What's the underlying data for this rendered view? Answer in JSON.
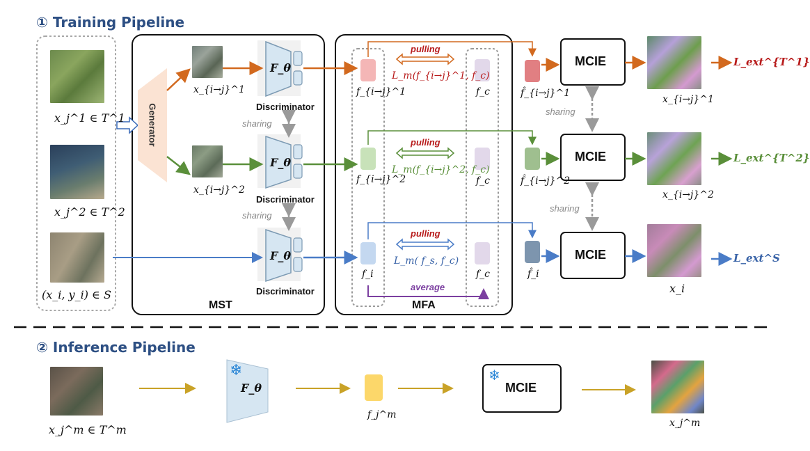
{
  "training": {
    "title": "① Training Pipeline",
    "inputs": {
      "t1": "x_j^1 ∈ T^1",
      "t2": "x_j^2 ∈ T^2",
      "s": "(x_i, y_i) ∈ S"
    },
    "mst": {
      "label": "MST",
      "generator": "Generator",
      "encoder": "F_θ",
      "discriminator": "Discriminator",
      "sharing": "sharing",
      "out1": "x_{i→j}^1",
      "out2": "x_{i→j}^2"
    },
    "mfa": {
      "label": "MFA",
      "f1": "f_{i→j}^1",
      "f2": "f_{i→j}^2",
      "fi": "f_i",
      "fc": "f_c",
      "pulling": "pulling",
      "loss1": "L_m(f_{i→j}^1,  f_c)",
      "loss2": "L_m(f_{i→j}^2,  f_c)",
      "loss3": "L_m( f_s,  f_c)",
      "average": "average"
    },
    "mcie": {
      "label": "MCIE",
      "sharing": "sharing",
      "fhat1": "f̂_{i→j}^1",
      "fhat2": "f̂_{i→j}^2",
      "fhati": "f̂_i",
      "out1": "x_{i→j}^1",
      "out2": "x_{i→j}^2",
      "out3": "x_i"
    },
    "losses": {
      "l1": "L_ext^{T^1}",
      "l2": "L_ext^{T^2}",
      "l3": "L_ext^S"
    }
  },
  "inference": {
    "title": "② Inference Pipeline",
    "input": "x_j^m ∈ T^m",
    "encoder": "F_θ",
    "feature": "f_j^m",
    "mcie": "MCIE",
    "output": "x_j^m"
  },
  "colors": {
    "title": "#2d4f83",
    "orange": "#d2691e",
    "green": "#5a8f3a",
    "blue": "#4a7cc7",
    "red_text": "#b81c1c",
    "purple": "#7b3fa0",
    "gold": "#c9a227",
    "encoder_fill": "#d6e6f2",
    "generator_fill": "#fbe3d3",
    "frozen": "#2a86d6"
  },
  "icons": [
    "snowflake-icon",
    "arrow-icon"
  ]
}
